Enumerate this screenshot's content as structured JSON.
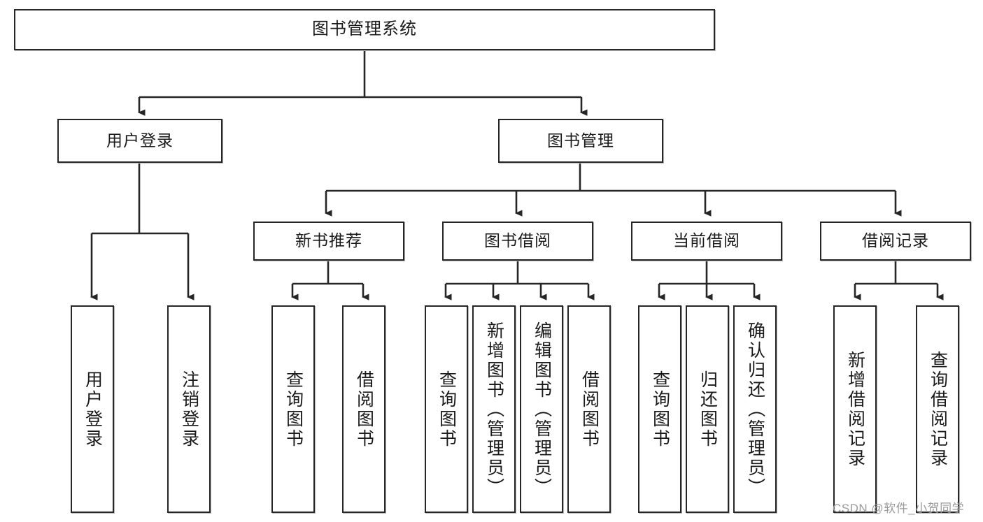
{
  "diagram": {
    "type": "tree-hierarchy",
    "title": "图书管理系统",
    "watermark": "CSDN @软件_小贺同学",
    "colors": {
      "box_border": "#262626",
      "box_fill": "#ffffff",
      "connector": "#262626",
      "text": "#1a1a1a",
      "watermark": "#9a9a9a"
    },
    "nodes": {
      "root": {
        "label": "图书管理系统"
      },
      "level2": [
        {
          "id": "user-login",
          "label": "用户登录"
        },
        {
          "id": "book-manage",
          "label": "图书管理"
        }
      ],
      "level3": [
        {
          "id": "new-book-rec",
          "label": "新书推荐"
        },
        {
          "id": "book-borrow",
          "label": "图书借阅"
        },
        {
          "id": "current-borrow",
          "label": "当前借阅"
        },
        {
          "id": "borrow-record",
          "label": "借阅记录"
        }
      ],
      "leaves": {
        "user_login": [
          {
            "id": "leaf-user-login",
            "label": "用户登录"
          },
          {
            "id": "leaf-logout",
            "label": "注销登录"
          }
        ],
        "new_book_rec": [
          {
            "id": "leaf-query-book-1",
            "label": "查询图书"
          },
          {
            "id": "leaf-borrow-book-1",
            "label": "借阅图书"
          }
        ],
        "book_borrow": [
          {
            "id": "leaf-query-book-2",
            "label": "查询图书"
          },
          {
            "id": "leaf-add-book",
            "label": "新增图书（管理员）"
          },
          {
            "id": "leaf-edit-book",
            "label": "编辑图书（管理员）"
          },
          {
            "id": "leaf-borrow-book-2",
            "label": "借阅图书"
          }
        ],
        "current_borrow": [
          {
            "id": "leaf-query-book-3",
            "label": "查询图书"
          },
          {
            "id": "leaf-return-book",
            "label": "归还图书"
          },
          {
            "id": "leaf-confirm-return",
            "label": "确认归还（管理员）"
          }
        ],
        "borrow_record": [
          {
            "id": "leaf-add-record",
            "label": "新增借阅记录"
          },
          {
            "id": "leaf-query-record",
            "label": "查询借阅记录"
          }
        ]
      }
    }
  }
}
